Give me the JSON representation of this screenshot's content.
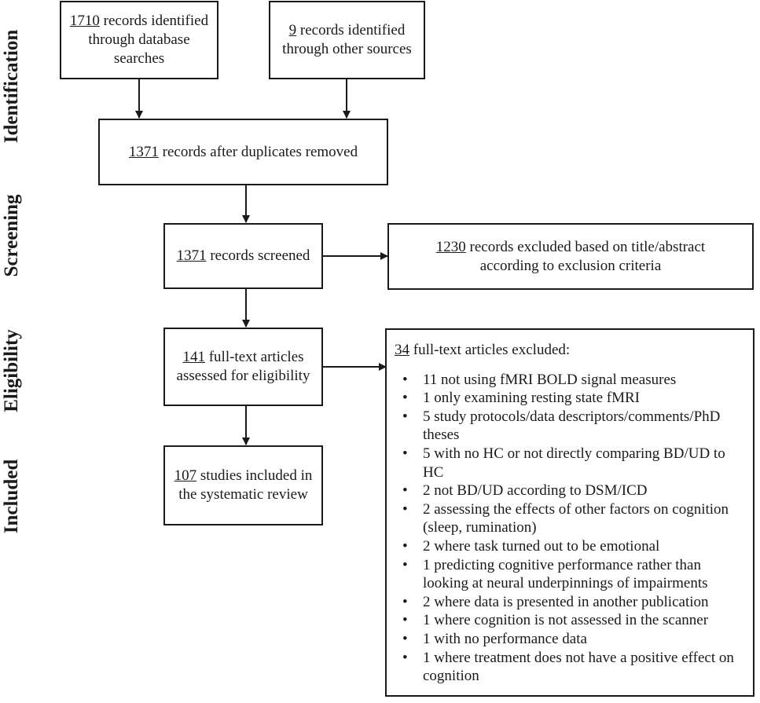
{
  "stages": {
    "identification": "Identification",
    "screening": "Screening",
    "eligibility": "Eligibility",
    "included": "Included"
  },
  "boxes": {
    "database": {
      "num": "1710",
      "line1": " records identified",
      "line2": "through database",
      "line3": "searches"
    },
    "other": {
      "num": "9",
      "line1": " records identified",
      "line2": "through other sources"
    },
    "duplicates": {
      "num": "1371",
      "text": " records after duplicates removed"
    },
    "screened": {
      "num": "1371",
      "text": " records screened"
    },
    "excluded_abstract": {
      "num": "1230",
      "line1": " records excluded based on title/abstract",
      "line2": "according to exclusion criteria"
    },
    "fulltext": {
      "num": "141",
      "line1": " full-text articles",
      "line2": "assessed for eligibility"
    },
    "included": {
      "num": "107",
      "line1": " studies included in",
      "line2": "the systematic review"
    }
  },
  "fulltext_excluded": {
    "num": "34",
    "heading": " full-text articles excluded:",
    "items": [
      "11 not using fMRI BOLD signal measures",
      "1 only examining resting state fMRI",
      "5 study protocols/data descriptors/comments/PhD theses",
      "5 with no HC or not directly comparing BD/UD to HC",
      "2 not BD/UD according to DSM/ICD",
      "2 assessing the effects of other factors on cognition (sleep, rumination)",
      "2 where task turned out to be emotional",
      "1 predicting cognitive performance rather than looking at neural underpinnings of impairments",
      "2 where data is presented in another publication",
      "1 where cognition is not assessed in the scanner",
      "1 with no performance data",
      "1 where treatment does not have a positive effect on cognition"
    ]
  }
}
